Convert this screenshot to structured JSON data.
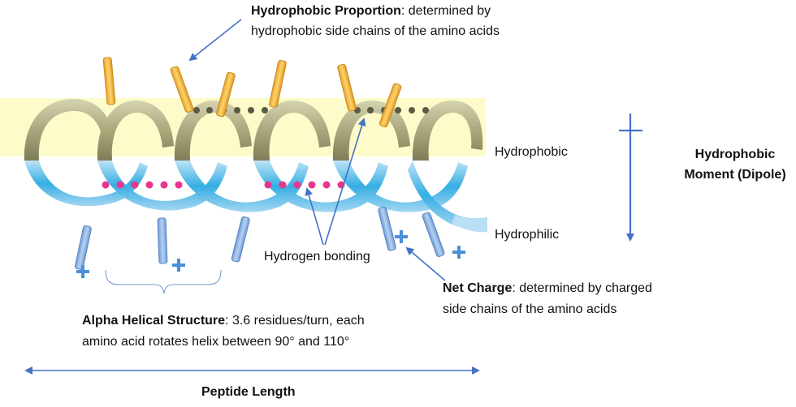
{
  "hydrophobic_proportion": {
    "title": "Hydrophobic Proportion",
    "desc_line1": ": determined by",
    "desc_line2": "hydrophobic side chains of the amino acids"
  },
  "bands": {
    "hydrophobic_label": "Hydrophobic",
    "hydrophilic_label": "Hydrophilic",
    "hydrophobic_color": "#fdfbc9"
  },
  "moment": {
    "line1": "Hydrophobic",
    "line2": "Moment (Dipole)",
    "arrow_color": "#4472c4"
  },
  "hydrogen_bonding": {
    "label": "Hydrogen bonding",
    "dot_color": "#e8358d"
  },
  "net_charge": {
    "title": "Net Charge",
    "desc_line1": ": determined by charged",
    "desc_line2": "side chains of the amino acids",
    "plus_color": "#4a90d9"
  },
  "alpha_helical": {
    "title": "Alpha Helical Structure",
    "desc_line1": ": 3.6 residues/turn, each",
    "desc_line2": "amino acid rotates helix between 90° and 110°"
  },
  "peptide_length": {
    "label": "Peptide Length"
  },
  "colors": {
    "helix_top": "#a8a67a",
    "helix_bottom": "#29a8e0",
    "side_chain_orange": "#f5b642",
    "side_chain_blue": "#8fb4e3",
    "arrow": "#4472c4"
  }
}
